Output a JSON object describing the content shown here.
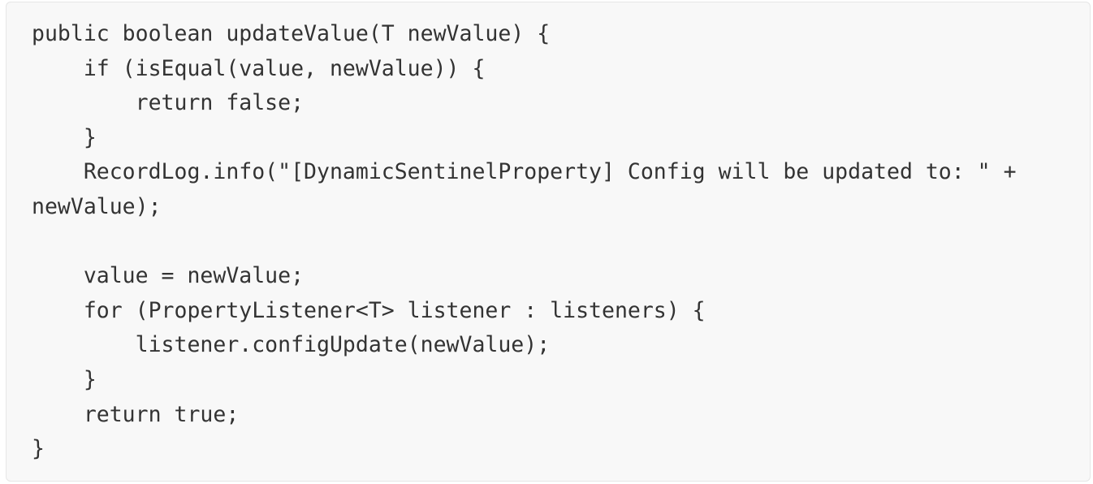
{
  "code_block": {
    "language": "java",
    "lines": [
      "public boolean updateValue(T newValue) {",
      "    if (isEqual(value, newValue)) {",
      "        return false;",
      "    }",
      "    RecordLog.info(\"[DynamicSentinelProperty] Config will be updated to: \" +",
      "newValue);",
      "",
      "    value = newValue;",
      "    for (PropertyListener<T> listener : listeners) {",
      "        listener.configUpdate(newValue);",
      "    }",
      "    return true;",
      "}"
    ]
  },
  "colors": {
    "background": "#f8f8f8",
    "border": "#e6e6e6",
    "text": "#333333"
  }
}
